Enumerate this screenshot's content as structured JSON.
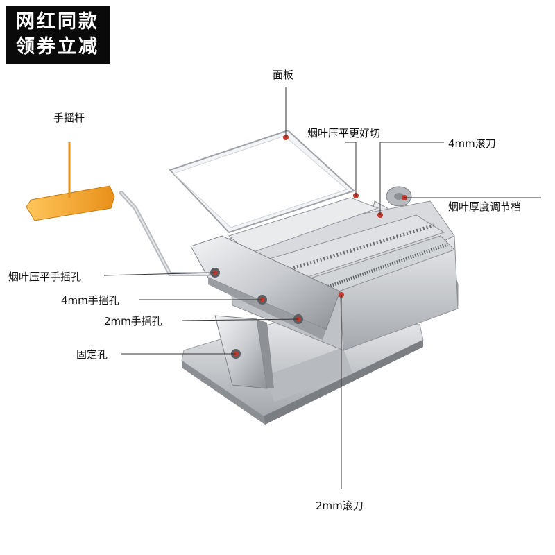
{
  "badge": {
    "line1": "网红同款",
    "line2": "领券立减"
  },
  "labels": {
    "panel": "面板",
    "crank_handle": "手摇杆",
    "flatten_text": "烟叶压平更好切",
    "blade_4mm": "4mm滚刀",
    "thickness_dial": "烟叶厚度调节档",
    "flatten_hole": "烟叶压平手摇孔",
    "hole_4mm": "4mm手摇孔",
    "hole_2mm": "2mm手摇孔",
    "fixing_hole": "固定孔",
    "blade_2mm": "2mm滚刀"
  },
  "colors": {
    "handle": "#f5a623",
    "hole": "#c0392b",
    "steel": "#c9ccd0"
  }
}
